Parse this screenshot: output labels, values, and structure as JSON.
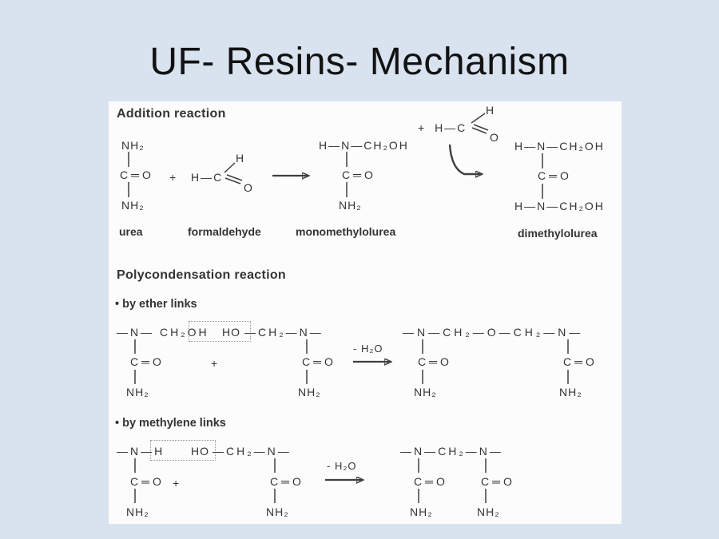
{
  "slide": {
    "title": "UF- Resins- Mechanism"
  },
  "colors": {
    "background": "#d9e2ef",
    "panel": "#fcfcfc",
    "ink": "#343434"
  },
  "addition": {
    "heading": "Addition reaction",
    "urea": {
      "nh2_top": "NH₂",
      "co": "C═O",
      "nh2_bottom": "NH₂",
      "label": "urea"
    },
    "plus1": "+",
    "formaldehyde": {
      "hc": "H—C",
      "h": "H",
      "o": "O",
      "label": "formaldehyde"
    },
    "mono": {
      "top": "H—N—CH₂OH",
      "co": "C═O",
      "nh2": "NH₂",
      "label": "monomethylolurea"
    },
    "formaldehyde2": {
      "hc": "+ H—C",
      "h": "H",
      "o": "O"
    },
    "di": {
      "top": "H—N—CH₂OH",
      "co": "C═O",
      "bottom": "H—N—CH₂OH",
      "label": "dimethylolurea"
    }
  },
  "poly": {
    "heading": "Polycondensation reaction",
    "ether": {
      "sub": "• by ether links",
      "left": {
        "n1": "—N— CH₂OH",
        "ho": "HO",
        "chain": "—CH₂—N—",
        "co1": "C═O",
        "nh2a": "NH₂",
        "plus": "+",
        "co2": "C═O",
        "nh2b": "NH₂"
      },
      "minus_h2o": "- H₂O",
      "product": {
        "chain": "—N—CH₂—O—CH₂—N—",
        "co1": "C═O",
        "nh2a": "NH₂",
        "co2": "C═O",
        "nh2b": "NH₂"
      }
    },
    "methylene": {
      "sub": "• by methylene links",
      "left": {
        "n1": "—N—H",
        "ho": "HO",
        "chain": "—CH₂—N—",
        "co1": "C═O",
        "plus": "+",
        "nh2a": "NH₂",
        "co2": "C═O",
        "nh2b": "NH₂"
      },
      "minus_h2o": "- H₂O",
      "product": {
        "chain": "—N—CH₂—N—",
        "co1": "C═O",
        "nh2a": "NH₂",
        "co2": "C═O",
        "nh2b": "NH₂"
      }
    }
  }
}
